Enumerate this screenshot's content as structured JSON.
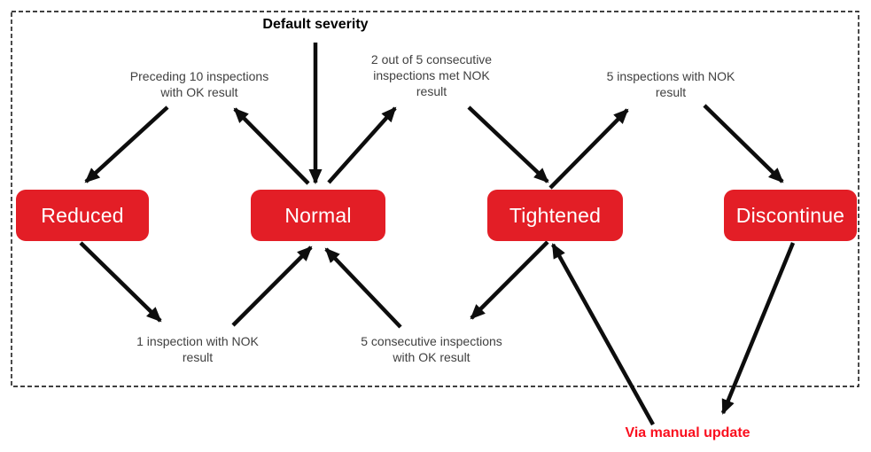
{
  "diagram": {
    "colors": {
      "state_fill": "#E31E26",
      "state_text": "#FFFFFF",
      "label_text": "#404040",
      "title_text": "#000000",
      "manual_text": "#FA0F1E",
      "arrow": "#0D0D0D",
      "frame": "#000000"
    },
    "states": [
      {
        "id": "reduced",
        "label": "Reduced"
      },
      {
        "id": "normal",
        "label": "Normal"
      },
      {
        "id": "tightened",
        "label": "Tightened"
      },
      {
        "id": "discontinue",
        "label": "Discontinue"
      }
    ],
    "labels": {
      "default_severity": {
        "lines": [
          "Default severity"
        ]
      },
      "preceding_ok": {
        "lines": [
          "Preceding 10 inspections",
          "with OK result"
        ]
      },
      "two_of_five_nok": {
        "lines": [
          "2 out of 5 consecutive",
          "inspections met NOK",
          "result"
        ]
      },
      "five_nok": {
        "lines": [
          "5 inspections with NOK",
          "result"
        ]
      },
      "one_nok": {
        "lines": [
          "1 inspection with NOK",
          "result"
        ]
      },
      "five_ok": {
        "lines": [
          "5 consecutive inspections",
          "with OK result"
        ]
      },
      "via_manual": {
        "lines": [
          "Via manual update"
        ]
      }
    },
    "transitions": [
      {
        "from": "start",
        "to": "Normal",
        "label": "Default severity"
      },
      {
        "from": "Normal",
        "to": "Reduced",
        "label": "Preceding 10 inspections with OK result"
      },
      {
        "from": "Normal",
        "to": "Tightened",
        "label": "2 out of 5 consecutive inspections met NOK result"
      },
      {
        "from": "Tightened",
        "to": "Discontinue",
        "label": "5 inspections with NOK result"
      },
      {
        "from": "Reduced",
        "to": "Normal",
        "label": "1 inspection with NOK result"
      },
      {
        "from": "Tightened",
        "to": "Normal",
        "label": "5 consecutive inspections with OK result"
      },
      {
        "from": "manual update",
        "to": "Tightened",
        "label": "Via manual update"
      },
      {
        "from": "Discontinue",
        "to": "manual update",
        "label": "Via manual update"
      }
    ]
  }
}
